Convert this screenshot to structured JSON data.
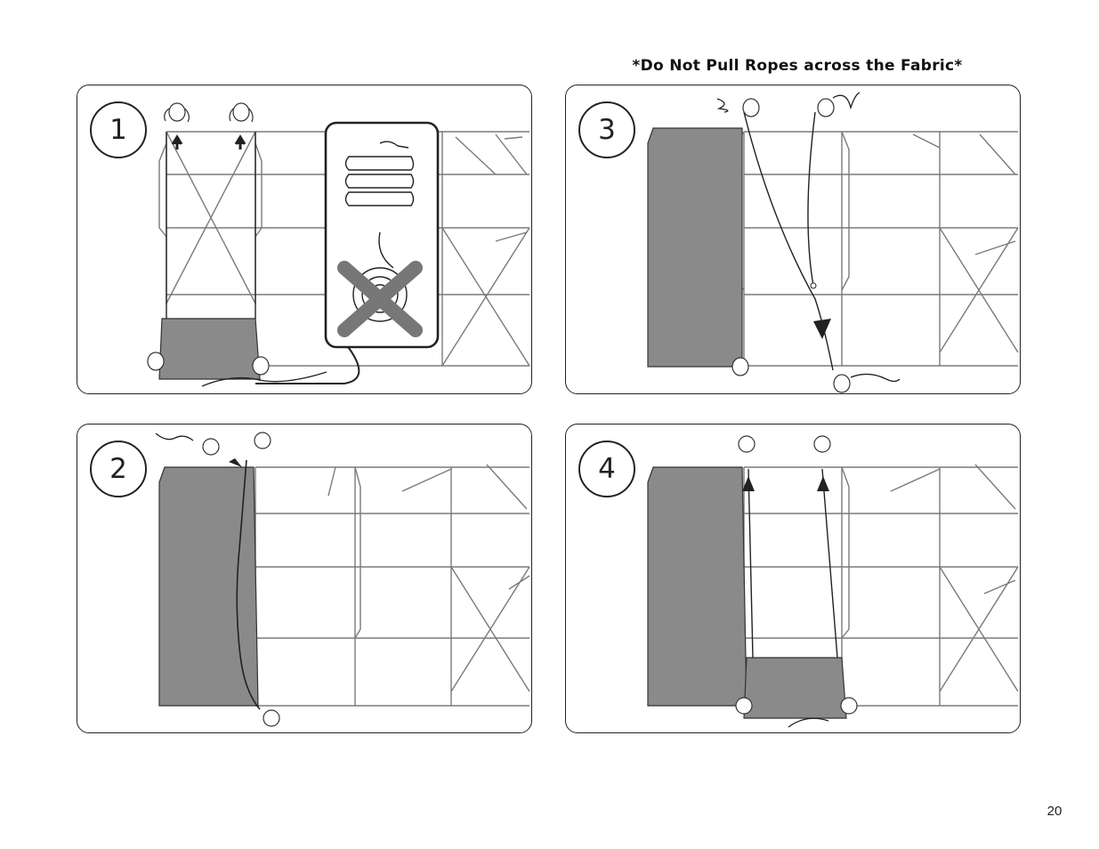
{
  "note": "*Do Not Pull Ropes across the Fabric*",
  "page_number": "20",
  "steps": [
    {
      "number": "1"
    },
    {
      "number": "2"
    },
    {
      "number": "3"
    },
    {
      "number": "4"
    }
  ],
  "colors": {
    "fabric": "#8a8a8a",
    "frame": "#7a7a7a",
    "ink": "#222222"
  }
}
